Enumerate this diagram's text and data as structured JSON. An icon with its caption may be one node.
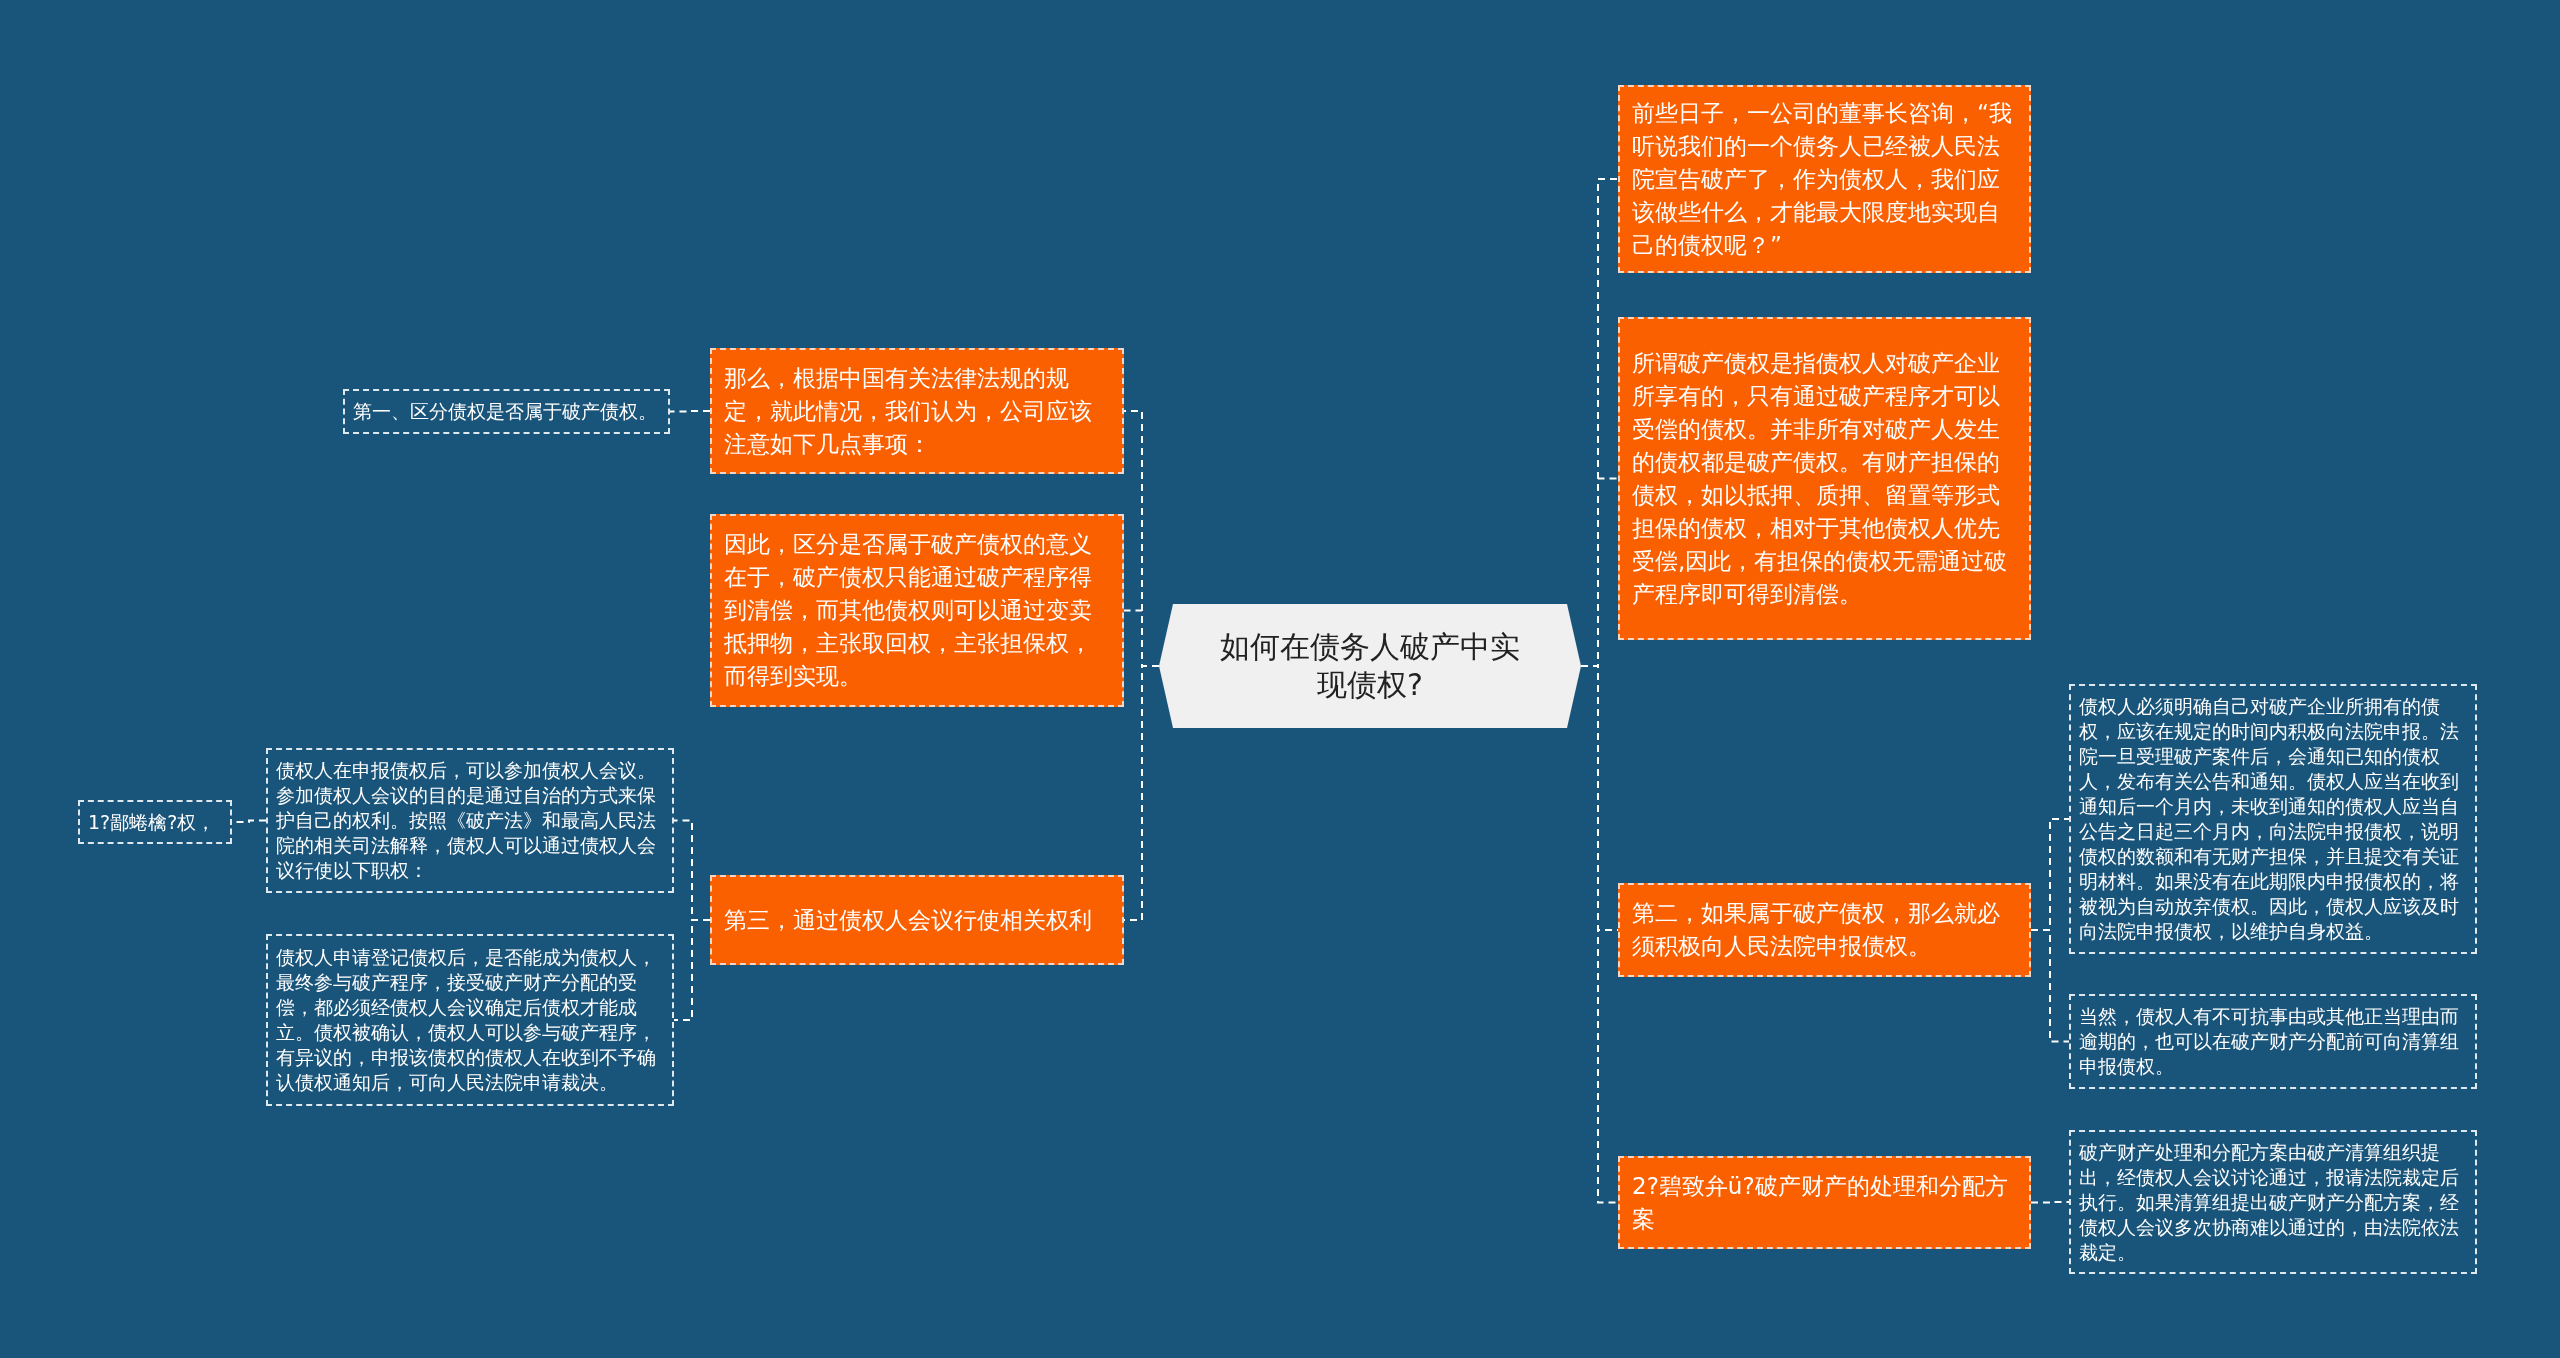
{
  "diagram": {
    "nodes": [
      {
        "text": [
          "如何在债务人破产中实现债权?"
        ]
      },
      {
        "text": [
          "那么，根据中国有关法律法规的规定，就此情况，我们认为，公司应该注意如下几点事项："
        ]
      },
      {
        "text": [
          "第一、区分债权是否属于破产债权。"
        ]
      },
      {
        "text": [
          "因此，区分是否属于破产债权的意义在于，破产债权只能通过破产程序得到清偿，而其他债权则可以通过变卖抵押物，主张取回权，主张担保权，而得到实现。"
        ]
      },
      {
        "text": [
          "第三，通过债权人会议行使相关权利"
        ]
      },
      {
        "text": [
          "债权人在申报债权后，可以参加债权人会议。参加债权人会议的目的是通过自治的方式来保护自己的权利。按照《破产法》和最高人民法院的相关司法解释，债权人可以通过债权人会议行使以下职权："
        ]
      },
      {
        "text": [
          "1?鄙蜷檎?权，"
        ]
      },
      {
        "text": [
          "债权人申请登记债权后，是否能成为债权人，最终参与破产程序，接受破产财产分配的受偿，都必须经债权人会议确定后债权才能成立。债权被确认，债权人可以参与破产程序，有异议的，申报该债权的债权人在收到不予确认债权通知后，可向人民法院申请裁决。"
        ]
      },
      {
        "text": [
          "前些日子，一公司的董事长咨询，“我听说我们的一个债务人已经被人民法院宣告破产了，作为债权人，我们应该做些什么，才能最大限度地实现自己的债权呢？”"
        ]
      },
      {
        "text": [
          "所谓破产债权是指债权人对破产企业所享有的，只有通过破产程序才可以受偿的债权。并非所有对破产人发生的债权都是破产债权。有财产担保的债权，如以抵押、质押、留置等形式担保的债权，相对于其他债权人优先受偿,因此，有担保的债权无需通过破产程序即可得到清偿。"
        ]
      },
      {
        "text": [
          "第二，如果属于破产债权，那么就必须积极向人民法院申报债权。"
        ]
      },
      {
        "text": [
          "债权人必须明确自己对破产企业所拥有的债权，应该在规定的时间内积极向法院申报。法院一旦受理破产案件后，会通知已知的债权人，发布有关公告和通知。债权人应当在收到通知后一个月内，未收到通知的债权人应当自公告之日起三个月内，向法院申报债权，说明债权的数额和有无财产担保，并且提交有关证明材料。如果没有在此期限内申报债权的，将被视为自动放弃债权。因此，债权人应该及时向法院申报债权，以维护自身权益。"
        ]
      },
      {
        "text": [
          "当然，债权人有不可抗事由或其他正当理由而逾期的，也可以在破产财产分配前可向清算组申报债权。"
        ]
      },
      {
        "text": [
          "2?碧致弁ü?破产财产的处理和分配方案"
        ]
      },
      {
        "text": [
          "破产财产处理和分配方案由破产清算组织提出，经债权人会议讨论通过，报请法院裁定后执行。如果清算组提出破产财产分配方案，经债权人会议多次协商难以通过的，由法院依法裁定。"
        ]
      }
    ],
    "edges": [
      {
        "from": 0,
        "to": 1,
        "arrow": "none"
      },
      {
        "from": 1,
        "to": 2,
        "arrow": "none"
      },
      {
        "from": 0,
        "to": 3,
        "arrow": "none"
      },
      {
        "from": 0,
        "to": 4,
        "arrow": "none"
      },
      {
        "from": 4,
        "to": 5,
        "arrow": "none"
      },
      {
        "from": 5,
        "to": 6,
        "arrow": "none"
      },
      {
        "from": 4,
        "to": 7,
        "arrow": "none"
      },
      {
        "from": 0,
        "to": 8,
        "arrow": "none"
      },
      {
        "from": 0,
        "to": 9,
        "arrow": "none"
      },
      {
        "from": 0,
        "to": 10,
        "arrow": "none"
      },
      {
        "from": 10,
        "to": 11,
        "arrow": "none"
      },
      {
        "from": 10,
        "to": 12,
        "arrow": "none"
      },
      {
        "from": 0,
        "to": 13,
        "arrow": "none"
      },
      {
        "from": 13,
        "to": 14,
        "arrow": "none"
      }
    ]
  }
}
